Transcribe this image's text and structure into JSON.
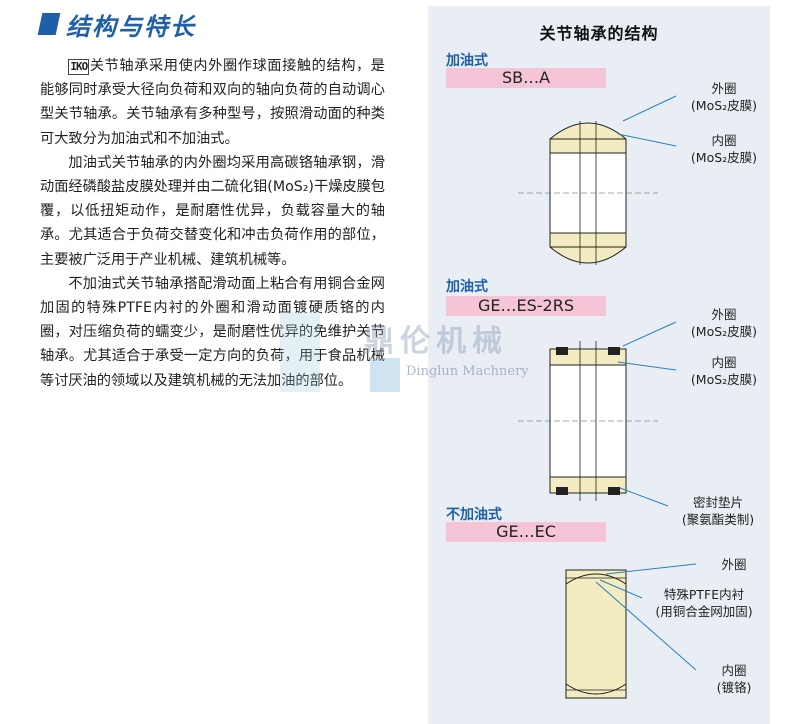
{
  "section_title": "结构与特长",
  "body": {
    "brand_mark": "IKO",
    "para1": "关节轴承采用使内外圈作球面接触的结构，是能够同时承受大径向负荷和双向的轴向负荷的自动调心型关节轴承。关节轴承有多种型号，按照滑动面的种类可大致分为加油式和不加油式。",
    "para2": "加油式关节轴承的内外圈均采用高碳铬轴承钢，滑动面经磷酸盐皮膜处理并由二硫化钼(MoS₂)干燥皮膜包覆，以低扭矩动作，是耐磨性优异，负载容量大的轴承。尤其适合于负荷交替变化和冲击负荷作用的部位，主要被广泛用于产业机械、建筑机械等。",
    "para3": "不加油式关节轴承搭配滑动面上粘合有用铜合金网加固的特殊PTFE内衬的外圈和滑动面镀硬质铬的内圈，对压缩负荷的蠕变少，是耐磨性优异的免维护关节轴承。尤其适合于承受一定方向的负荷，用于食品机械等讨厌油的领域以及建筑机械的无法加油的部位。"
  },
  "panel": {
    "title": "关节轴承的结构",
    "items": [
      {
        "type": "加油式",
        "model": "SB…A",
        "callouts": [
          "外圈\n(MoS₂皮膜)",
          "内圈\n(MoS₂皮膜)"
        ]
      },
      {
        "type": "加油式",
        "model": "GE…ES-2RS",
        "callouts": [
          "外圈\n(MoS₂皮膜)",
          "内圈\n(MoS₂皮膜)",
          "密封垫片\n(聚氨酯类制)"
        ]
      },
      {
        "type": "不加油式",
        "model": "GE…EC",
        "callouts": [
          "外圈",
          "特殊PTFE内衬\n(用铜合金网加固)",
          "内圈\n(镀铬)"
        ]
      }
    ]
  },
  "watermark": {
    "cn": "鼎伦机械",
    "en": "Dinglun Machnery"
  },
  "colors": {
    "title_blue": "#1f5fa8",
    "model_pink": "#f5c4d6",
    "panel_bg": "#e9eef5",
    "bearing_cream": "#f3ecc0",
    "leader_blue": "#2a7fc0"
  }
}
